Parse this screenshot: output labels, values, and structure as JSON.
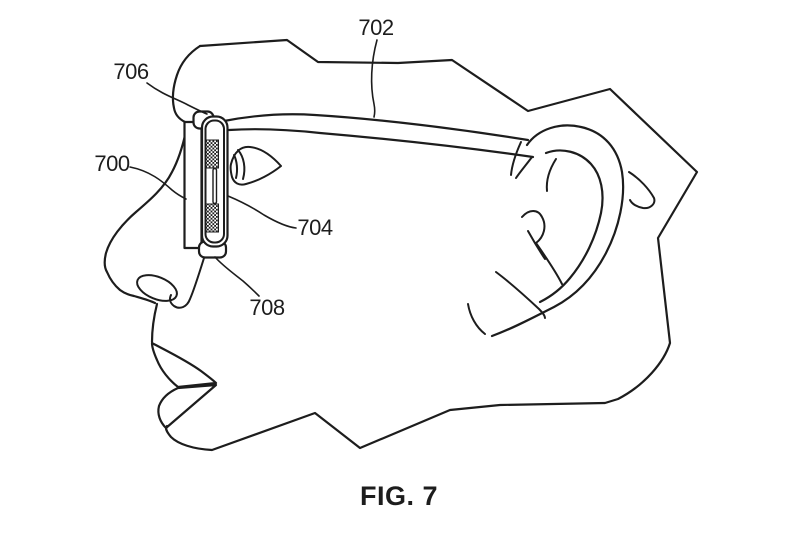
{
  "figure": {
    "caption": "FIG. 7",
    "labels": {
      "l700": "700",
      "l702": "702",
      "l704": "704",
      "l706": "706",
      "l708": "708"
    }
  },
  "colors": {
    "background": "#ffffff",
    "line": "#1d1d1d"
  }
}
